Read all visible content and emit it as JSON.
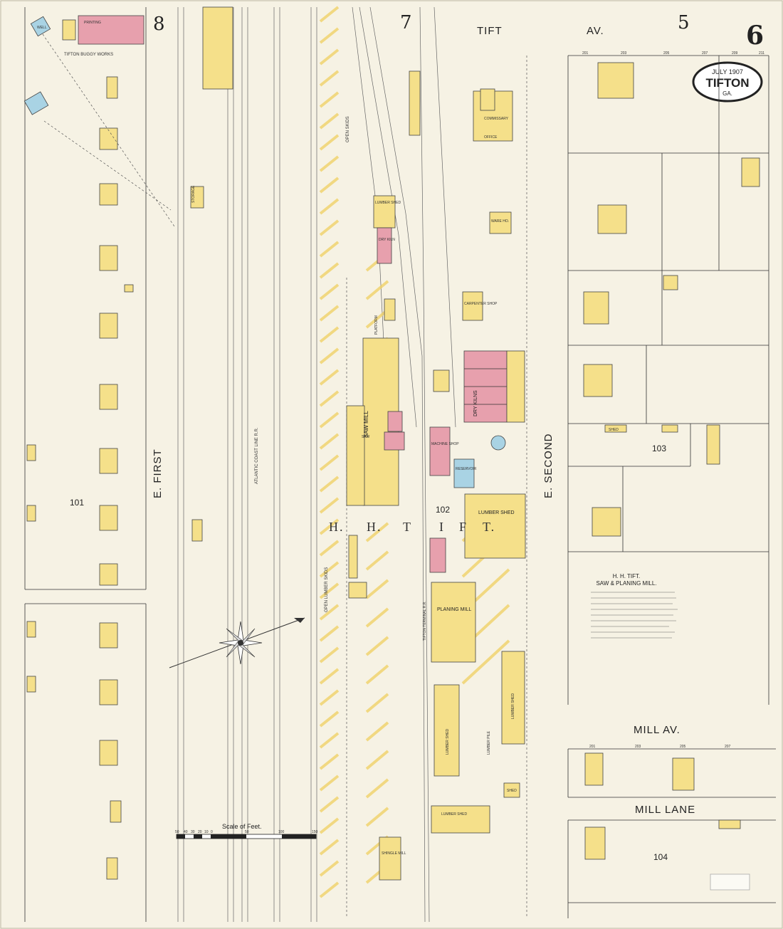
{
  "sheet": {
    "number": "6",
    "date": "JULY 1907",
    "town": "TIFTON",
    "state": "GA."
  },
  "block_numbers": {
    "top_left": "8",
    "top_center": "7",
    "top_right": "5"
  },
  "streets": {
    "tift_1": "TIFT",
    "tift_2": "AV.",
    "e_first": "E. FIRST",
    "e_second": "E. SECOND",
    "mill_av": "MILL AV.",
    "mill_lane": "MILL LANE"
  },
  "railroads": {
    "acl": "ATLANTIC COAST LINE R.R.",
    "tifton_terminal": "TIFTON TERMINAL R.R."
  },
  "blocks": {
    "b101": "101",
    "b102": "102",
    "b103": "103",
    "b104": "104"
  },
  "buildings": {
    "saw_mill": "SAW MILL",
    "saw": "SAW",
    "planing_mill": "PLANING MILL",
    "lumber_shed_main": "LUMBER SHED",
    "dry_kilns": "DRY KILNS",
    "dry_kiln": "DRY KILN",
    "commissary": "COMMISSARY",
    "office": "OFFICE",
    "lumber_shed_north": "LUMBER SHED",
    "lumber_shed_south": "LUMBER SHED",
    "lumber_shed_east": "LUMBER SHED",
    "lumber_shed_bottom": "LUMBER SHED",
    "shingle_mill": "SHINGLE MILL",
    "machine_shop": "MACHINE SHOP",
    "reservoir": "RESERVOIR",
    "printing": "PRINTING",
    "tifton_buggy_works": "TIFTON BUGGY WORKS",
    "shed": "SHED",
    "ware_ho": "WARE HO.",
    "carpenter": "CARPENTER SHOP",
    "platform": "PLATFORM",
    "open_skids": "OPEN SKIDS",
    "open_lumber_skids": "OPEN LUMBER SKIDS",
    "lumber_pile": "LUMBER PILE",
    "well": "WELL",
    "storage": "STORAGE"
  },
  "hh_tift_letters": [
    "H.",
    "H.",
    "T",
    "I",
    "F",
    "T."
  ],
  "legend": {
    "title": "H. H. TIFT.",
    "subtitle": "SAW & PLANING MILL."
  },
  "scale": {
    "label": "Scale of Feet.",
    "ticks": [
      "50",
      "40",
      "30",
      "20",
      "10",
      "0",
      "50",
      "100",
      "150"
    ]
  },
  "house_numbers": {
    "tift_av": [
      "201",
      "203",
      "205",
      "207",
      "209",
      "211"
    ],
    "mill_av": [
      "201",
      "203",
      "205",
      "207"
    ]
  }
}
